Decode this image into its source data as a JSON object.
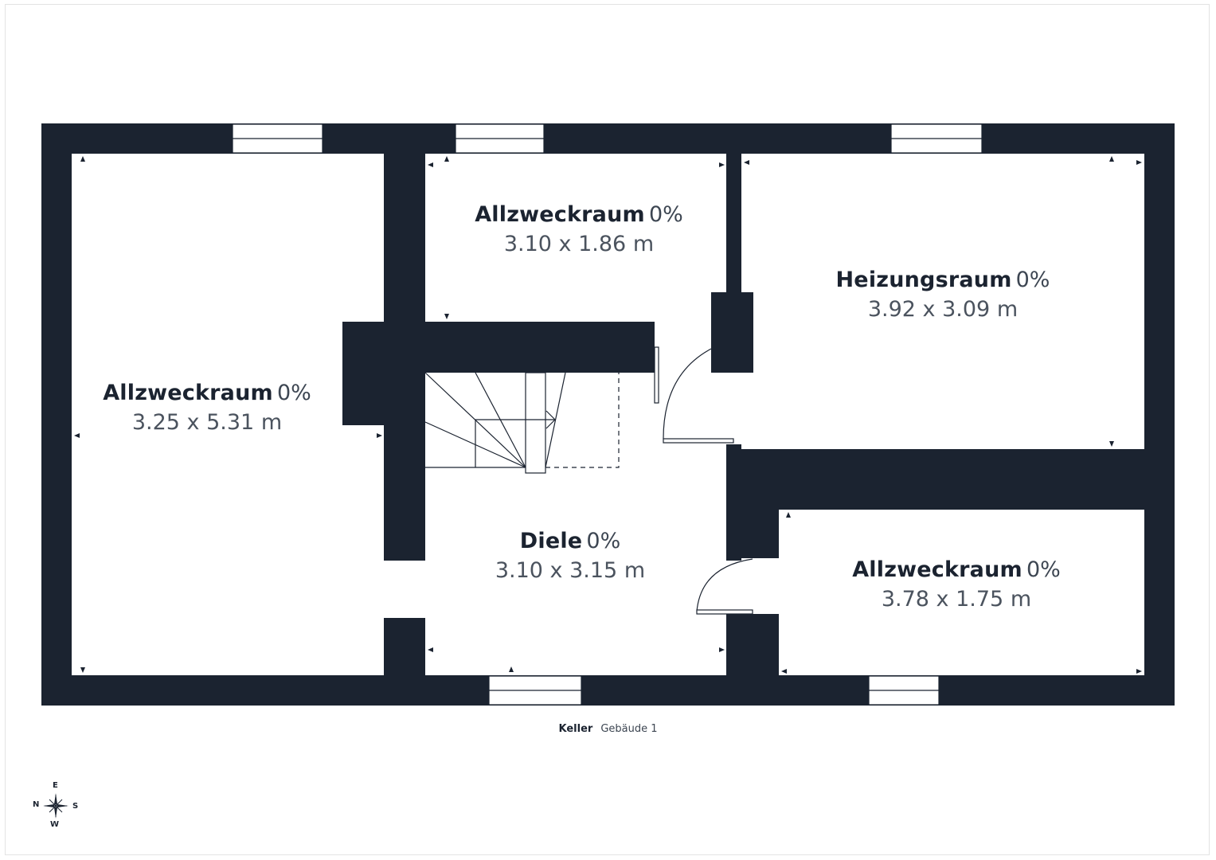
{
  "colors": {
    "wall": "#1b2330",
    "background": "#ffffff"
  },
  "rooms": [
    {
      "name": "Allzweckraum",
      "pct": "0%",
      "dims": "3.25 x 5.31 m"
    },
    {
      "name": "Allzweckraum",
      "pct": "0%",
      "dims": "3.10 x 1.86 m"
    },
    {
      "name": "Heizungsraum",
      "pct": "0%",
      "dims": "3.92 x 3.09 m"
    },
    {
      "name": "Diele",
      "pct": "0%",
      "dims": "3.10 x 3.15 m"
    },
    {
      "name": "Allzweckraum",
      "pct": "0%",
      "dims": "3.78 x 1.75 m"
    }
  ],
  "caption": {
    "floor": "Keller",
    "building": "Gebäude 1"
  },
  "compass": {
    "n": "N",
    "e": "E",
    "s": "S",
    "w": "W",
    "icon": "compass-rose-icon"
  }
}
